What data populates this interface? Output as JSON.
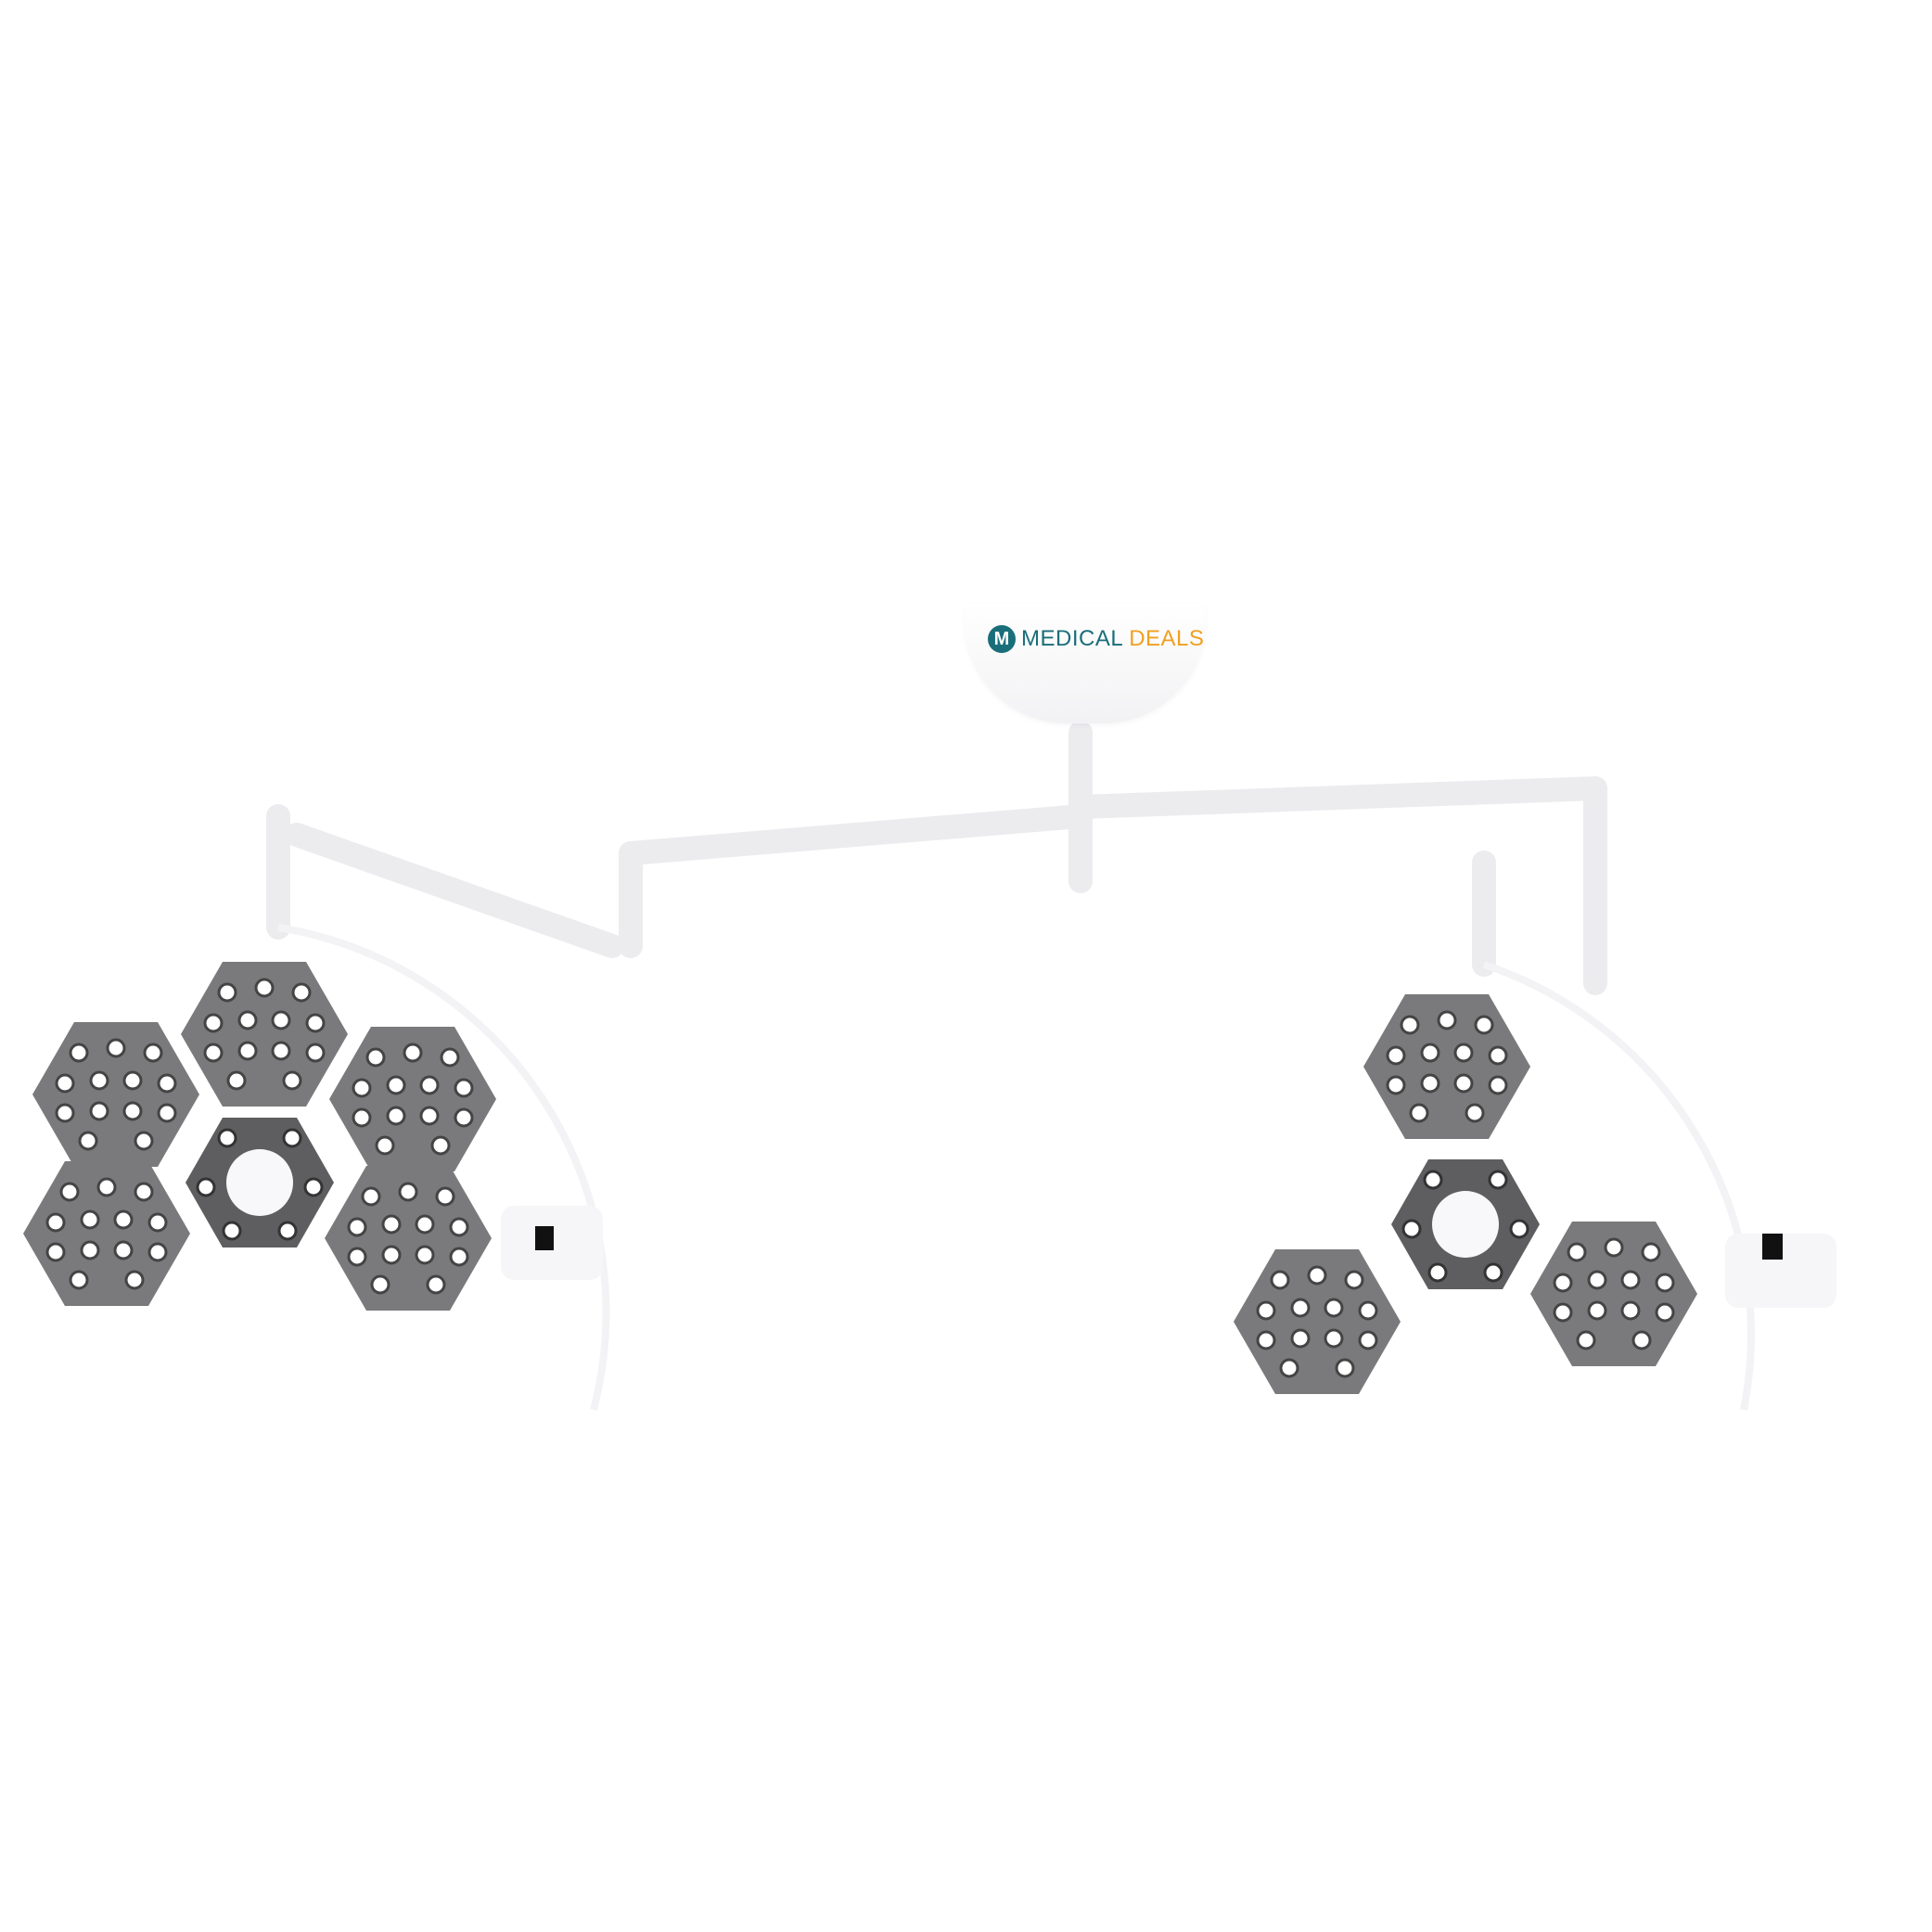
{
  "image": {
    "subject": "Ceiling-mounted double-head LED surgical operating light",
    "background_color": "#ffffff"
  },
  "logo": {
    "mark": "M",
    "text_primary": "MEDICAL",
    "text_secondary": "DEALS",
    "color_primary": "#1a6e7a",
    "color_secondary": "#f0a020"
  },
  "lamps": [
    {
      "name": "left-lamp-head",
      "modules": 6,
      "center_module": true
    },
    {
      "name": "right-lamp-head",
      "modules": 3,
      "center_module": true
    }
  ],
  "colors": {
    "panel": "#7a7a7c",
    "panel_dark": "#5e5e60",
    "led": "#ffffff",
    "arm": "#f4f4f6"
  }
}
